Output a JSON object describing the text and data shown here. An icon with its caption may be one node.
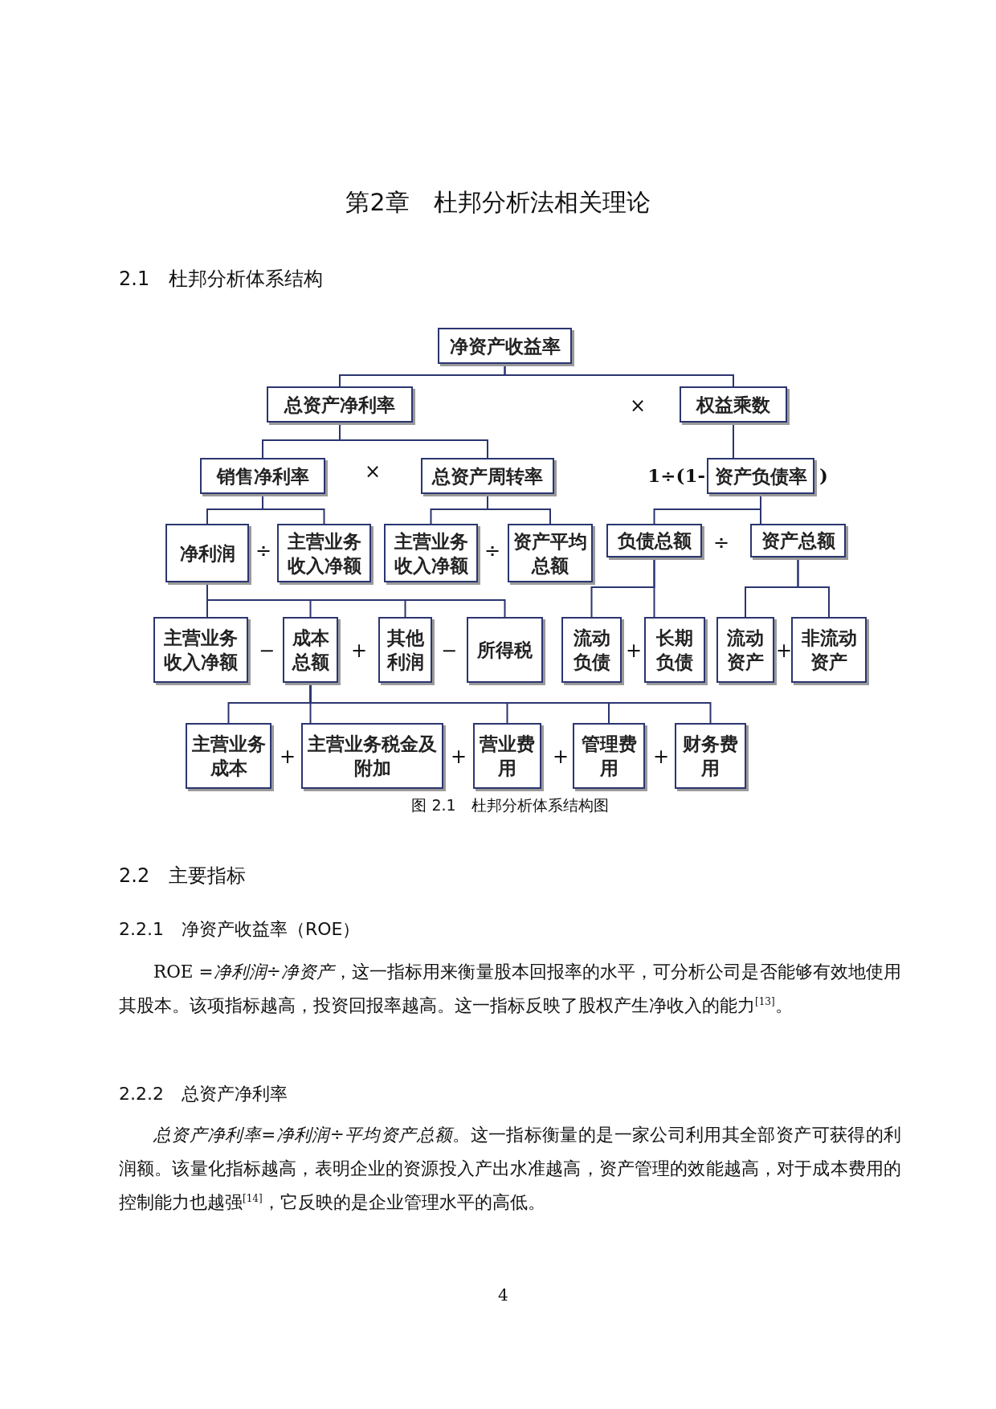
{
  "diagram": {
    "title": "第2章　杜邦分析法相关理论",
    "caption": "图 2.1　杜邦分析体系结构图",
    "nodes": [
      {
        "text": [
          "净资产收益率"
        ]
      },
      {
        "text": [
          "总资产净利率"
        ]
      },
      {
        "text": [
          "权益乘数"
        ]
      },
      {
        "text": [
          "销售净利率"
        ]
      },
      {
        "text": [
          "总资产周转率"
        ]
      },
      {
        "text": [
          "资产负债率"
        ],
        "beside": [
          "1÷(1-",
          ")"
        ]
      },
      {
        "text": [
          "净利润"
        ]
      },
      {
        "text": [
          "主营业务收入净额"
        ]
      },
      {
        "text": [
          "主营业务收入净额"
        ]
      },
      {
        "text": [
          "资产平均总额"
        ]
      },
      {
        "text": [
          "负债总额"
        ]
      },
      {
        "text": [
          "资产总额"
        ]
      },
      {
        "text": [
          "主营业务收入净额"
        ]
      },
      {
        "text": [
          "成本总额"
        ]
      },
      {
        "text": [
          "其他利润"
        ]
      },
      {
        "text": [
          "所得税"
        ]
      },
      {
        "text": [
          "流动负债"
        ]
      },
      {
        "text": [
          "长期负债"
        ]
      },
      {
        "text": [
          "流动资产"
        ]
      },
      {
        "text": [
          "非流动资产"
        ]
      },
      {
        "text": [
          "主营业务成本"
        ]
      },
      {
        "text": [
          "主营业务税金及附加"
        ]
      },
      {
        "text": [
          "营业费用"
        ]
      },
      {
        "text": [
          "管理费用"
        ]
      },
      {
        "text": [
          "财务费用"
        ]
      }
    ],
    "edges": [
      {
        "from": 0,
        "to": 1,
        "arrow": "none"
      },
      {
        "from": 0,
        "to": 2,
        "arrow": "none"
      },
      {
        "from": 1,
        "to": 3,
        "arrow": "none"
      },
      {
        "from": 1,
        "to": 4,
        "arrow": "none"
      },
      {
        "from": 2,
        "to": 5,
        "arrow": "none"
      },
      {
        "from": 3,
        "to": 6,
        "arrow": "none"
      },
      {
        "from": 3,
        "to": 7,
        "arrow": "none"
      },
      {
        "from": 4,
        "to": 8,
        "arrow": "none"
      },
      {
        "from": 4,
        "to": 9,
        "arrow": "none"
      },
      {
        "from": 5,
        "to": 10,
        "arrow": "none"
      },
      {
        "from": 5,
        "to": 11,
        "arrow": "none"
      },
      {
        "from": 6,
        "to": 12,
        "arrow": "none"
      },
      {
        "from": 6,
        "to": 13,
        "arrow": "none"
      },
      {
        "from": 6,
        "to": 14,
        "arrow": "none"
      },
      {
        "from": 6,
        "to": 15,
        "arrow": "none"
      },
      {
        "from": 10,
        "to": 16,
        "arrow": "none"
      },
      {
        "from": 10,
        "to": 17,
        "arrow": "none"
      },
      {
        "from": 11,
        "to": 18,
        "arrow": "none"
      },
      {
        "from": 11,
        "to": 19,
        "arrow": "none"
      },
      {
        "from": 13,
        "to": 20,
        "arrow": "none"
      },
      {
        "from": 13,
        "to": 21,
        "arrow": "none"
      },
      {
        "from": 13,
        "to": 22,
        "arrow": "none"
      },
      {
        "from": 13,
        "to": 23,
        "arrow": "none"
      },
      {
        "from": 13,
        "to": 24,
        "arrow": "none"
      }
    ],
    "labels": [
      "2.1　杜邦分析体系结构",
      "×",
      "×",
      "÷",
      "÷",
      "÷",
      "−",
      "+",
      "−",
      "+",
      "+",
      "+",
      "+",
      "+",
      "+",
      "2.2　主要指标",
      "2.2.1　净资产收益率（ROE）",
      "ROE =*净利润÷净资产*，这一指标用来衡量股本回报率的水平，可分析公司是否能够有效地使用其股本。该项指标越高，投资回报率越高。这一指标反映了股权产生净收入的能力$^{[13]}$。",
      "2.2.2　总资产净利率",
      "*总资产净利率=净利润÷平均资产总额*。这一指标衡量的是一家公司利用其全部资产可获得的利润额。该量化指标越高，表明企业的资源投入产出水准越高，资产管理的效能越高，对于成本费用的控制能力也越强$^{[14]}$，它反映的是企业管理水平的高低。",
      "4"
    ]
  }
}
